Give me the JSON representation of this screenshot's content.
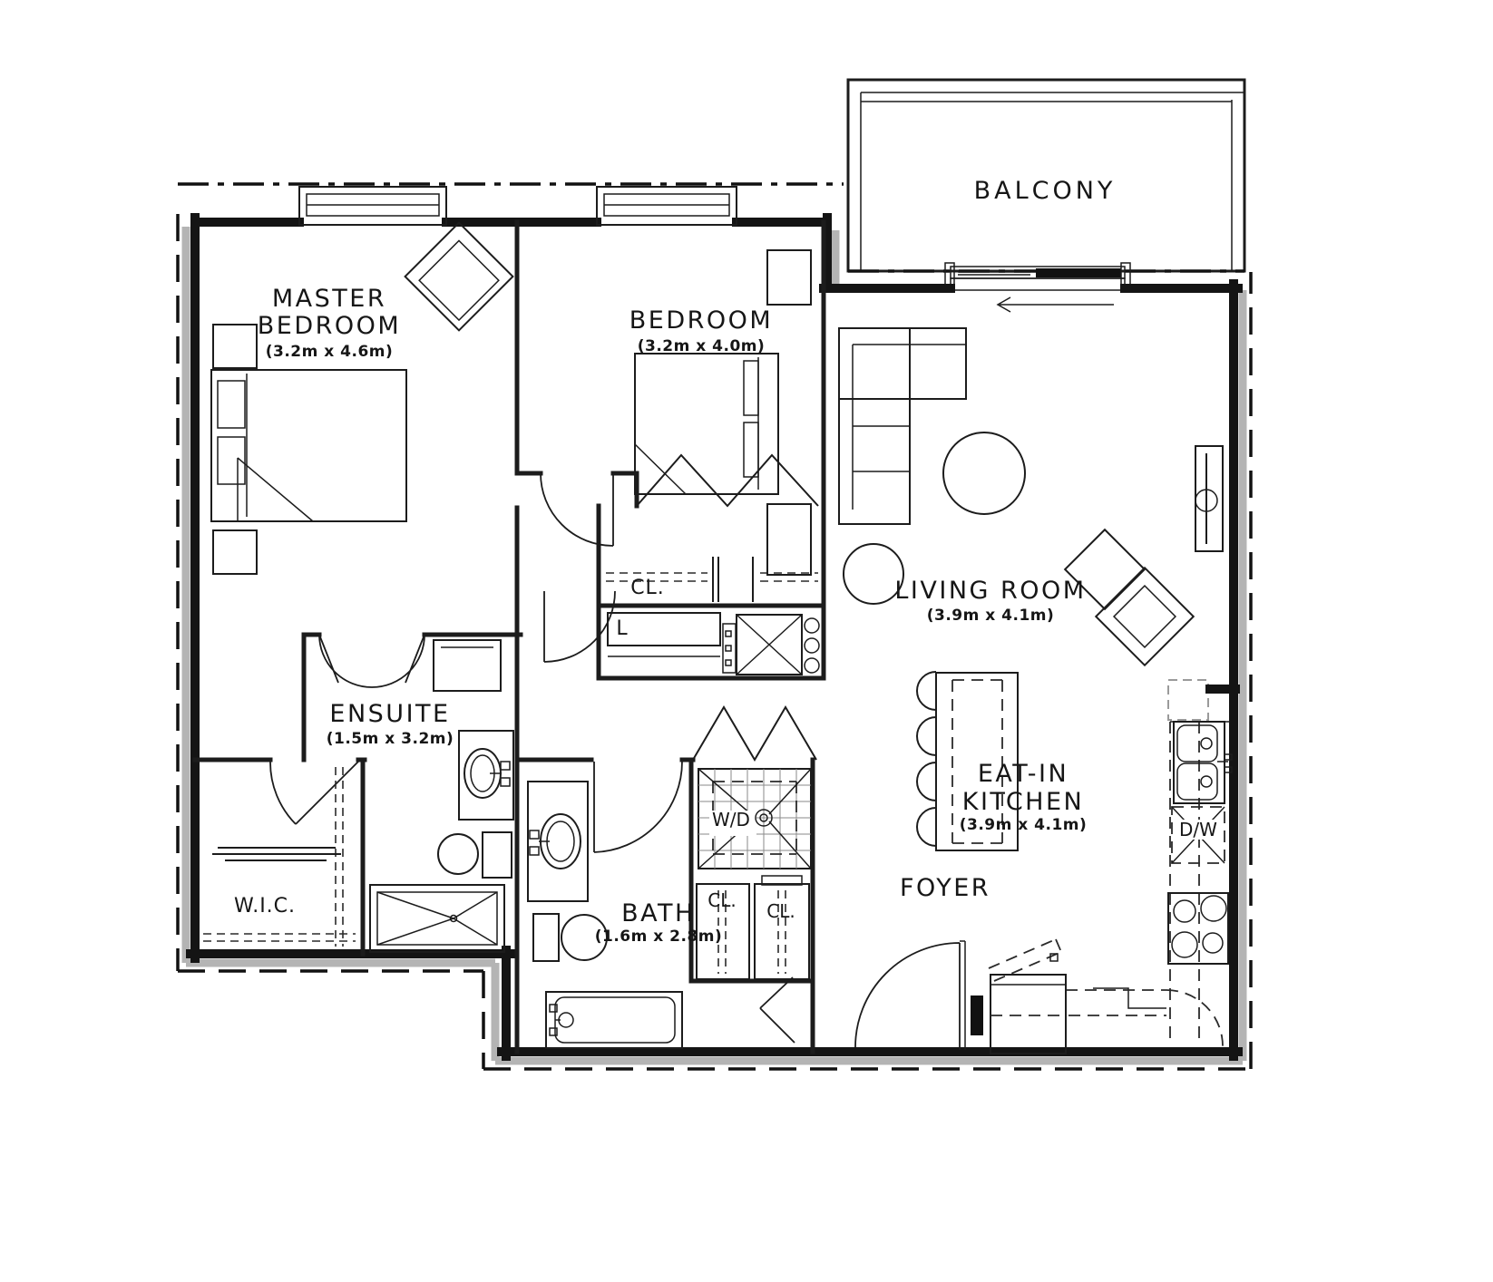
{
  "plan": {
    "type": "apartment-floor-plan",
    "rooms": {
      "balcony": {
        "label": "BALCONY"
      },
      "master_bedroom": {
        "label_line1": "MASTER",
        "label_line2": "BEDROOM",
        "dims": "(3.2m x 4.6m)"
      },
      "bedroom": {
        "label": "BEDROOM",
        "dims": "(3.2m x 4.0m)"
      },
      "living_room": {
        "label": "LIVING ROOM",
        "dims": "(3.9m x 4.1m)"
      },
      "ensuite": {
        "label": "ENSUITE",
        "dims": "(1.5m x 3.2m)"
      },
      "walk_in_closet": {
        "label": "W.I.C."
      },
      "bath": {
        "label": "BATH",
        "dims": "(1.6m x 2.8m)"
      },
      "eat_in_kitchen": {
        "label_line1": "EAT-IN",
        "label_line2": "KITCHEN",
        "dims": "(3.9m x 4.1m)"
      },
      "foyer": {
        "label": "FOYER"
      }
    },
    "fixtures": {
      "washer_dryer": "W/D",
      "dishwasher": "D/W",
      "linen_closet": "L",
      "closet_hall": "CL.",
      "closet_foyer_a": "CL.",
      "closet_foyer_b": "CL."
    },
    "colors": {
      "wall": "#141414",
      "shadow": "#b4b4b4",
      "background": "#ffffff"
    }
  }
}
